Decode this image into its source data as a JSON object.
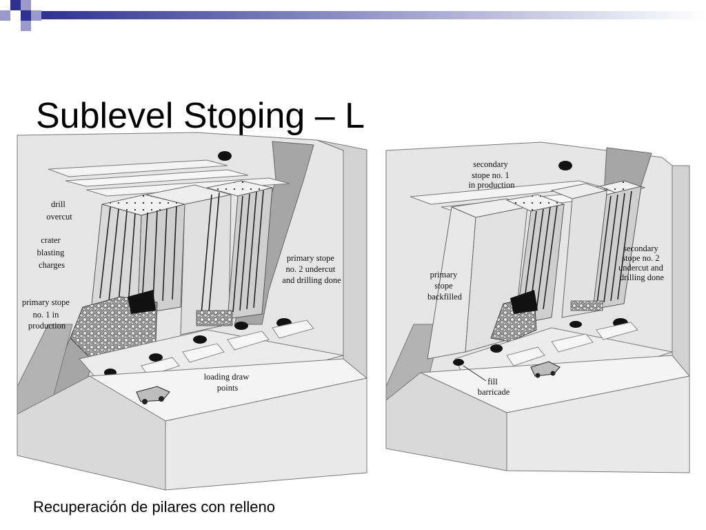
{
  "slide": {
    "title": "Sublevel Stoping – L",
    "caption": "Recuperación de pilares con relleno"
  },
  "colors": {
    "accent_dark": "#2e3192",
    "accent_light": "#9999cc",
    "ore_face": "#d9d9d9",
    "rock_dark": "#a6a6a6"
  },
  "left_diagram": {
    "labels": {
      "drill_overcut": [
        "drill",
        "overcut"
      ],
      "crater_blasting": [
        "crater",
        "blasting",
        "charges"
      ],
      "primary_stope_1": [
        "primary stope",
        "no. 1 in",
        "production"
      ],
      "primary_stope_2": [
        "primary stope",
        "no. 2 undercut",
        "and drilling done"
      ],
      "loading_draw": [
        "loading draw",
        "points"
      ]
    }
  },
  "right_diagram": {
    "labels": {
      "secondary_stope_1": [
        "secondary",
        "stope no. 1",
        "in production"
      ],
      "primary_backfilled": [
        "primary",
        "stope",
        "backfilled"
      ],
      "secondary_stope_2": [
        "secondary",
        "stope no. 2",
        "undercut and",
        "drilling done"
      ],
      "fill_barricade": [
        "fill",
        "barricade"
      ]
    }
  }
}
